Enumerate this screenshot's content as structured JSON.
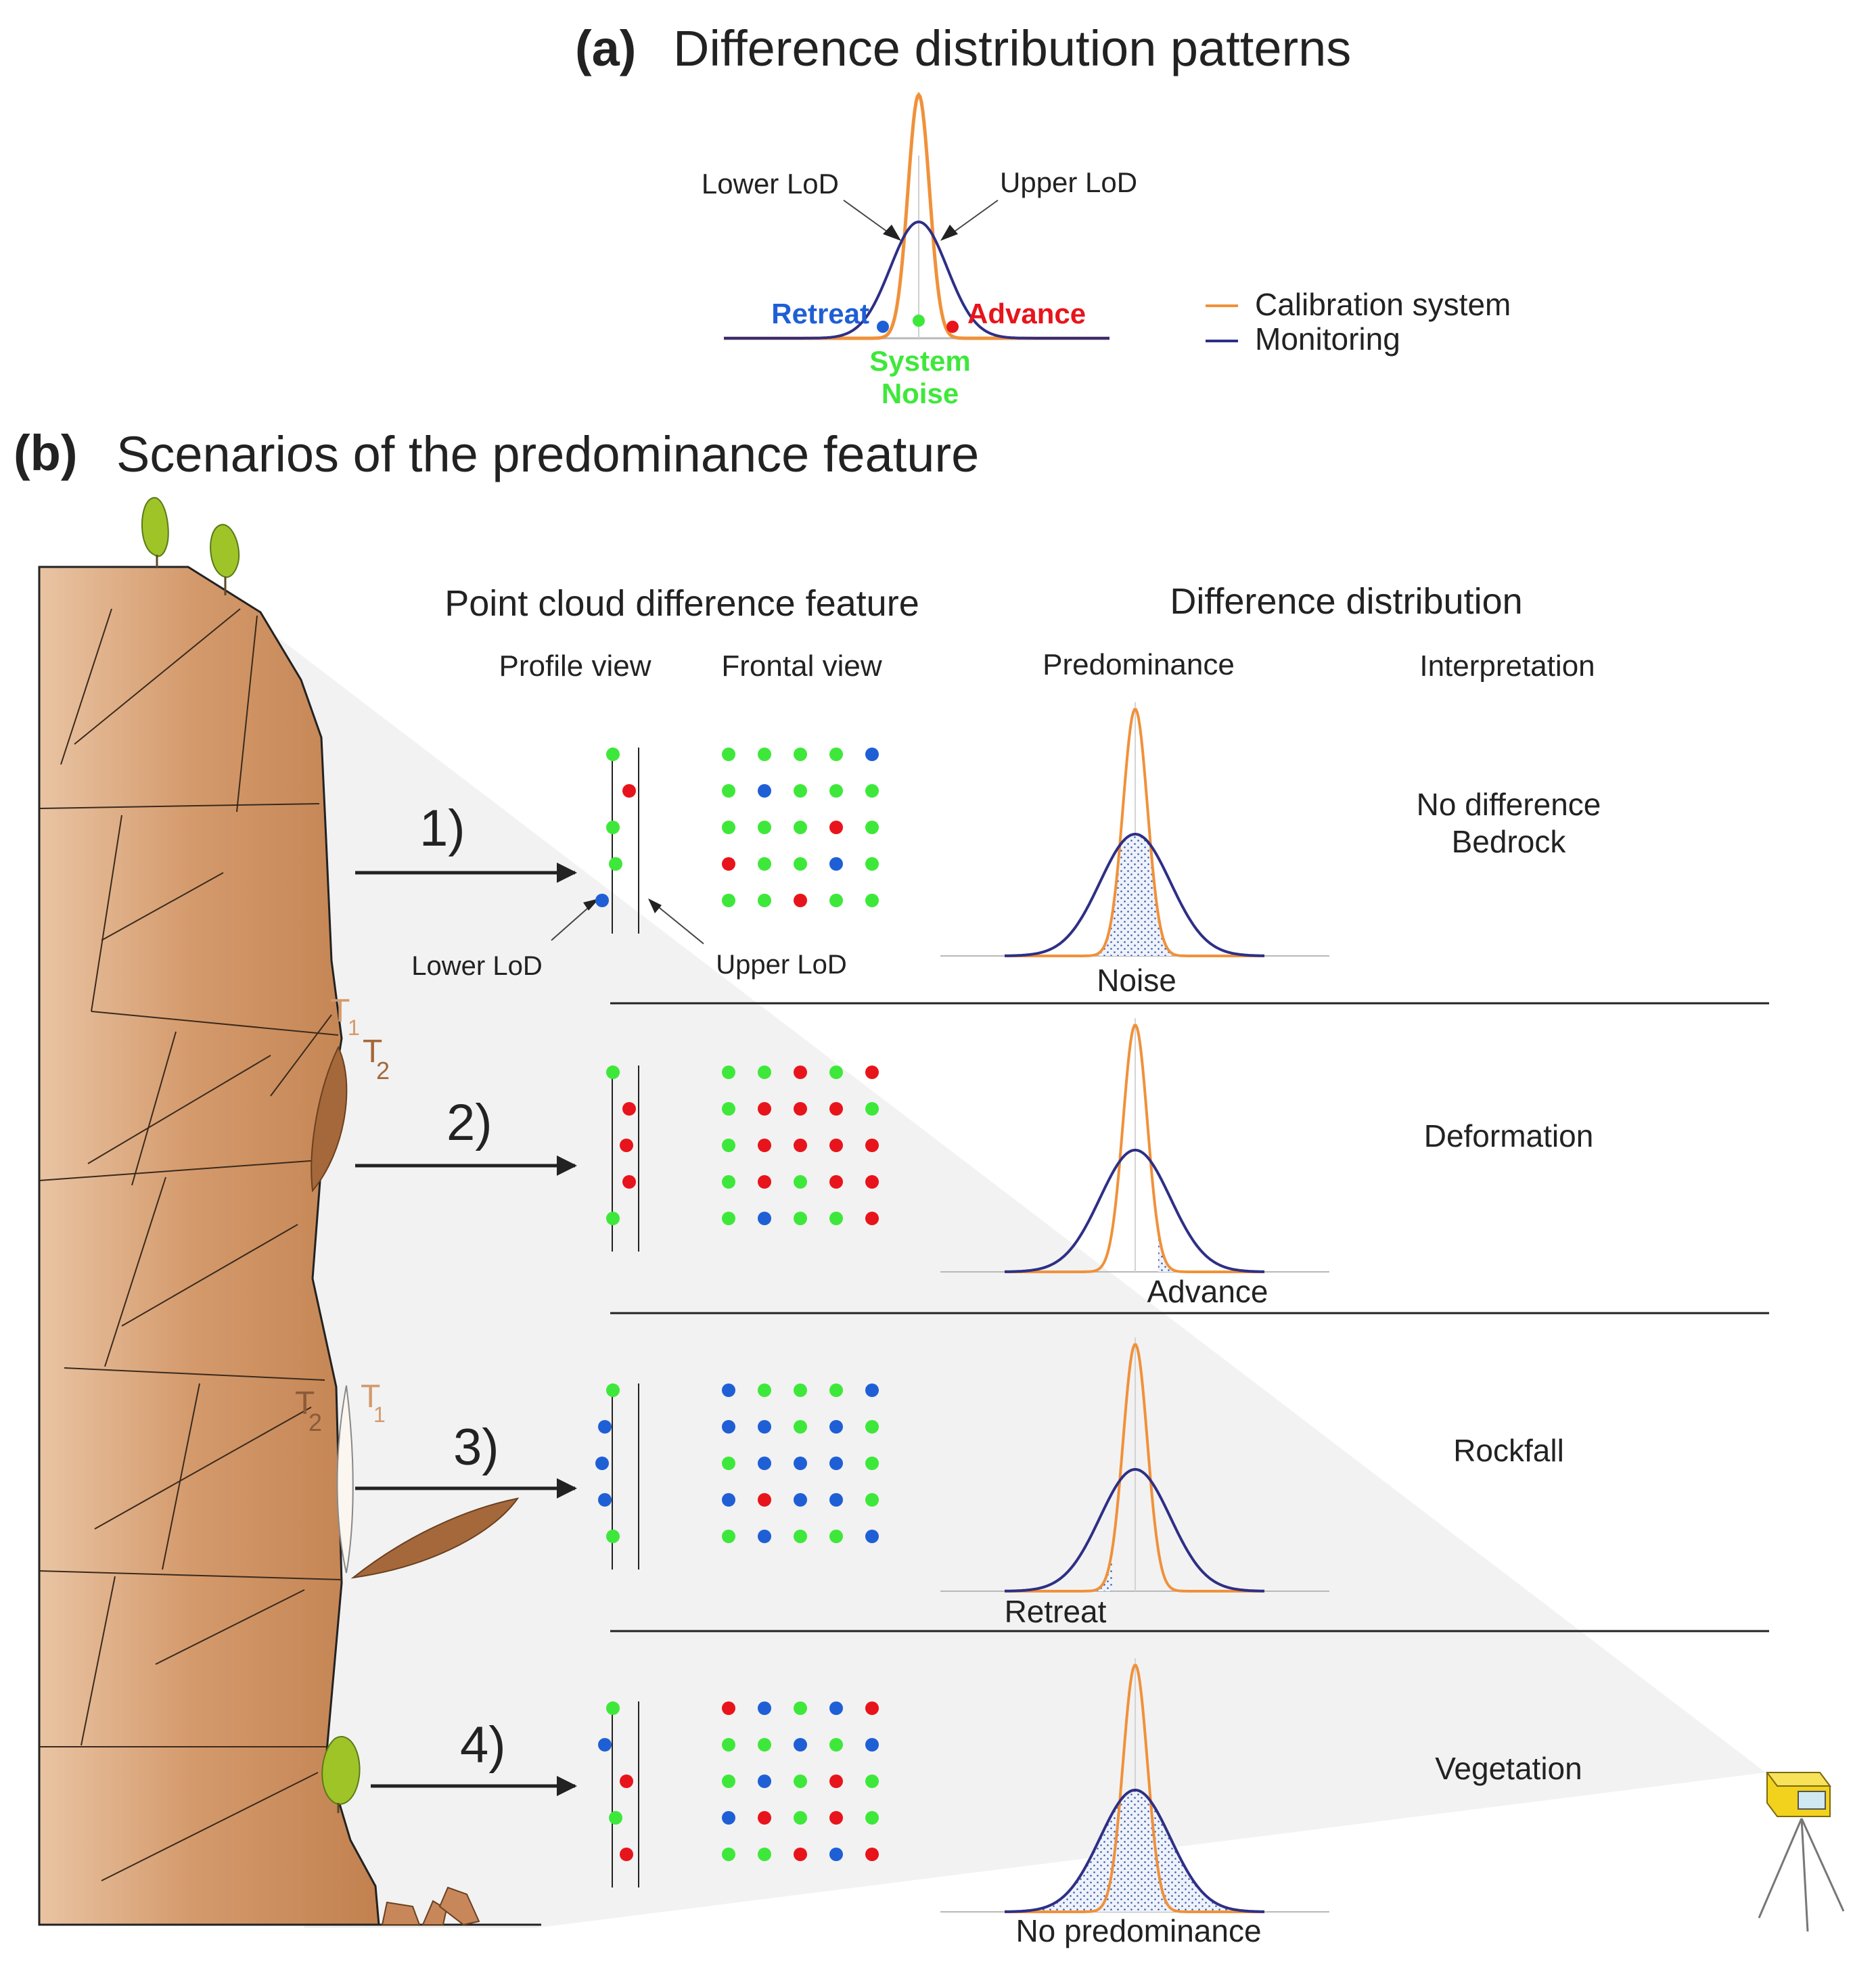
{
  "panel_a": {
    "letter": "(a)",
    "title": "Difference distribution patterns",
    "lower_lod": "Lower LoD",
    "upper_lod": "Upper LoD",
    "retreat": "Retreat",
    "advance": "Advance",
    "system": "System",
    "noise": "Noise",
    "legend": [
      {
        "label": "Calibration system",
        "color": "#f0913a"
      },
      {
        "label": "Monitoring",
        "color": "#2e2f86"
      }
    ]
  },
  "panel_b": {
    "letter": "(b)",
    "title": "Scenarios of the predominance feature",
    "header_feature": "Point cloud difference feature",
    "header_distribution": "Difference distribution",
    "col_profile": "Profile view",
    "col_frontal": "Frontal view",
    "col_predominance": "Predominance",
    "col_interpretation": "Interpretation",
    "profile_lower_lod": "Lower LoD",
    "profile_upper_lod": "Upper LoD",
    "t1": "T",
    "t1_sub": "1",
    "t2": "T",
    "t2_sub": "2"
  },
  "colors": {
    "retreat": "#1f5fd6",
    "advance": "#e8141b",
    "noise": "#3ee83a",
    "rock": "#c8875a",
    "vegetation": "#9ec428",
    "instrument": "#f2d21c"
  },
  "scenarios": [
    {
      "number": "1)",
      "interpretation": [
        "No difference",
        "Bedrock"
      ],
      "predominance": "Noise",
      "shaded": "center",
      "profile": [
        "noise",
        "advance",
        "noise",
        "noise",
        "retreat"
      ],
      "frontal": [
        [
          "noise",
          "noise",
          "noise",
          "noise",
          "retreat"
        ],
        [
          "noise",
          "retreat",
          "noise",
          "noise",
          "noise"
        ],
        [
          "noise",
          "noise",
          "noise",
          "advance",
          "noise"
        ],
        [
          "advance",
          "noise",
          "noise",
          "retreat",
          "noise"
        ],
        [
          "noise",
          "noise",
          "advance",
          "noise",
          "noise"
        ]
      ]
    },
    {
      "number": "2)",
      "interpretation": [
        "Deformation"
      ],
      "predominance": "Advance",
      "shaded": "right",
      "profile": [
        "noise",
        "advance",
        "advance",
        "advance",
        "noise"
      ],
      "frontal": [
        [
          "noise",
          "noise",
          "advance",
          "noise",
          "advance"
        ],
        [
          "noise",
          "advance",
          "advance",
          "advance",
          "noise"
        ],
        [
          "noise",
          "advance",
          "advance",
          "advance",
          "advance"
        ],
        [
          "noise",
          "advance",
          "noise",
          "advance",
          "advance"
        ],
        [
          "noise",
          "retreat",
          "noise",
          "noise",
          "advance"
        ]
      ]
    },
    {
      "number": "3)",
      "interpretation": [
        "Rockfall"
      ],
      "predominance": "Retreat",
      "shaded": "left",
      "profile": [
        "noise",
        "retreat",
        "retreat",
        "retreat",
        "noise"
      ],
      "frontal": [
        [
          "retreat",
          "noise",
          "noise",
          "noise",
          "retreat"
        ],
        [
          "retreat",
          "retreat",
          "noise",
          "retreat",
          "noise"
        ],
        [
          "noise",
          "retreat",
          "retreat",
          "retreat",
          "noise"
        ],
        [
          "retreat",
          "advance",
          "retreat",
          "retreat",
          "noise"
        ],
        [
          "noise",
          "retreat",
          "noise",
          "noise",
          "retreat"
        ]
      ]
    },
    {
      "number": "4)",
      "interpretation": [
        "Vegetation"
      ],
      "predominance": "No predominance",
      "shaded": "full",
      "profile": [
        "noise",
        "retreat",
        "advance",
        "noise",
        "advance"
      ],
      "frontal": [
        [
          "advance",
          "retreat",
          "noise",
          "retreat",
          "advance"
        ],
        [
          "noise",
          "noise",
          "retreat",
          "noise",
          "retreat"
        ],
        [
          "noise",
          "retreat",
          "noise",
          "advance",
          "noise"
        ],
        [
          "retreat",
          "advance",
          "noise",
          "advance",
          "noise"
        ],
        [
          "noise",
          "noise",
          "advance",
          "retreat",
          "advance"
        ]
      ]
    }
  ]
}
